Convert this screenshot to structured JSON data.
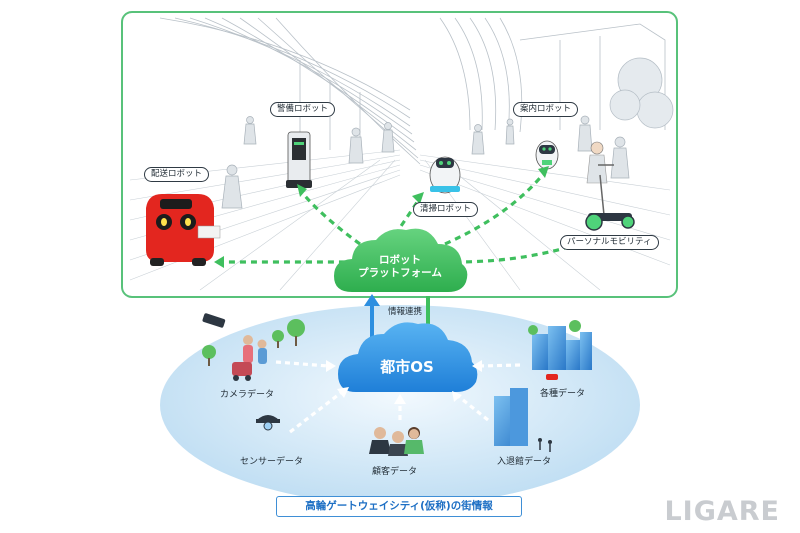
{
  "robots": {
    "delivery": "配送ロボット",
    "security": "警備ロボット",
    "cleaning": "清掃ロボット",
    "guide": "案内ロボット",
    "mobility": "パーソナルモビリティ"
  },
  "platform_line1": "ロボット",
  "platform_line2": "プラットフォーム",
  "info_link": "情報連携",
  "city_os": "都市OS",
  "data_sources": {
    "camera": "カメラデータ",
    "sensor": "センサーデータ",
    "customer": "顧客データ",
    "entry_exit": "入退館データ",
    "various": "各種データ"
  },
  "bottom_caption": "高輪ゲートウェイシティ(仮称)の街情報",
  "watermark": "LIGARE",
  "colors": {
    "green_border": "#58c27a",
    "green_dash": "#3fbf5e",
    "cloud_green": "#3fbf5e",
    "cloud_blue": "#2d8fe0",
    "ellipse": "#cfe6f6"
  }
}
